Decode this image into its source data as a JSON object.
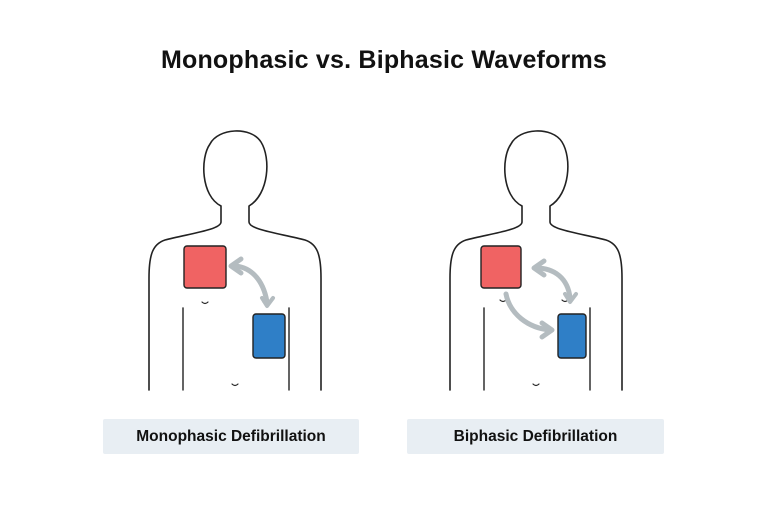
{
  "title": "Monophasic vs. Biphasic Waveforms",
  "panels": [
    {
      "label": "Monophasic Defibrillation",
      "arrows": 1
    },
    {
      "label": "Biphasic Defibrillation",
      "arrows": 2
    }
  ],
  "colors": {
    "background": "#ffffff",
    "outline": "#222222",
    "pad_red": "#f06363",
    "pad_blue": "#2f7fc7",
    "arrow": "#b4bcc0",
    "caption_bg": "#e8eef3",
    "text": "#111111"
  }
}
